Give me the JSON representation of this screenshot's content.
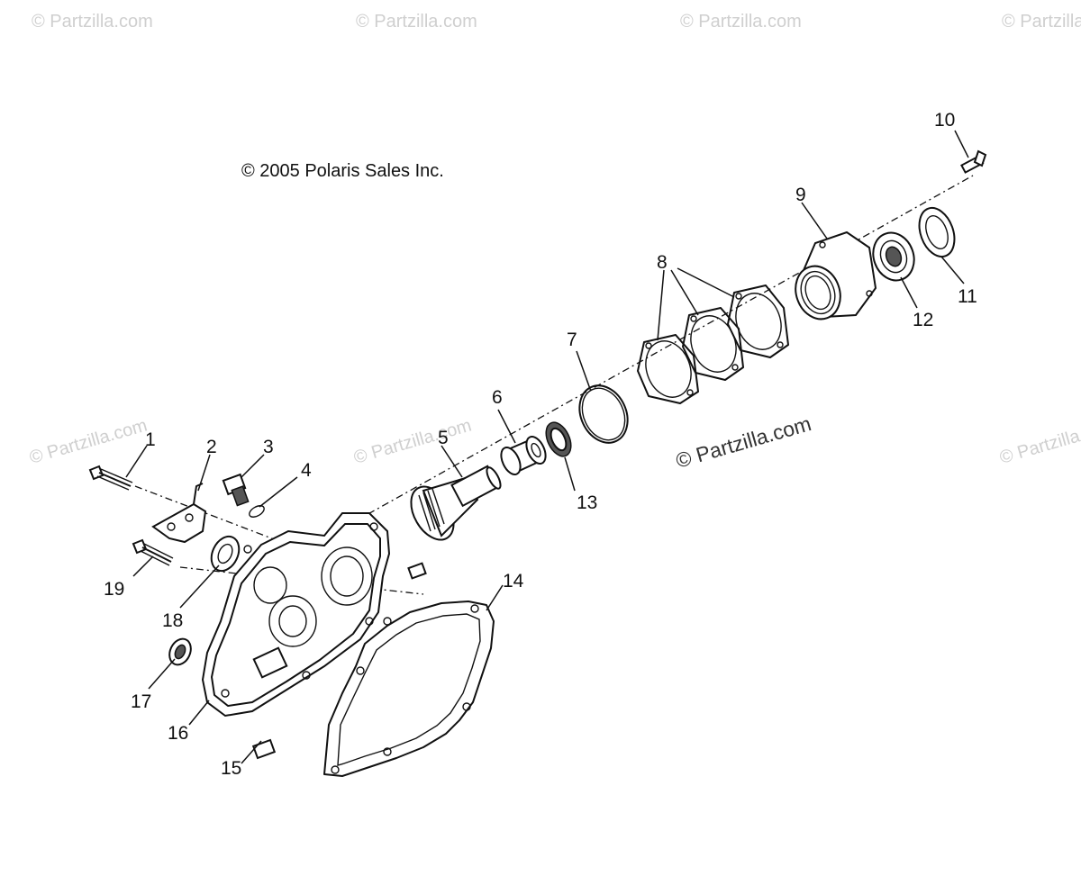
{
  "diagram": {
    "copyright": "© 2005 Polaris Sales Inc.",
    "watermark": "© Partzilla.com",
    "labels": {
      "p1": "1",
      "p2": "2",
      "p3": "3",
      "p4": "4",
      "p5": "5",
      "p6": "6",
      "p7": "7",
      "p8": "8",
      "p9": "9",
      "p10": "10",
      "p11": "11",
      "p12": "12",
      "p13": "13",
      "p14": "14",
      "p15": "15",
      "p16": "16",
      "p17": "17",
      "p18": "18",
      "p19": "19"
    }
  }
}
